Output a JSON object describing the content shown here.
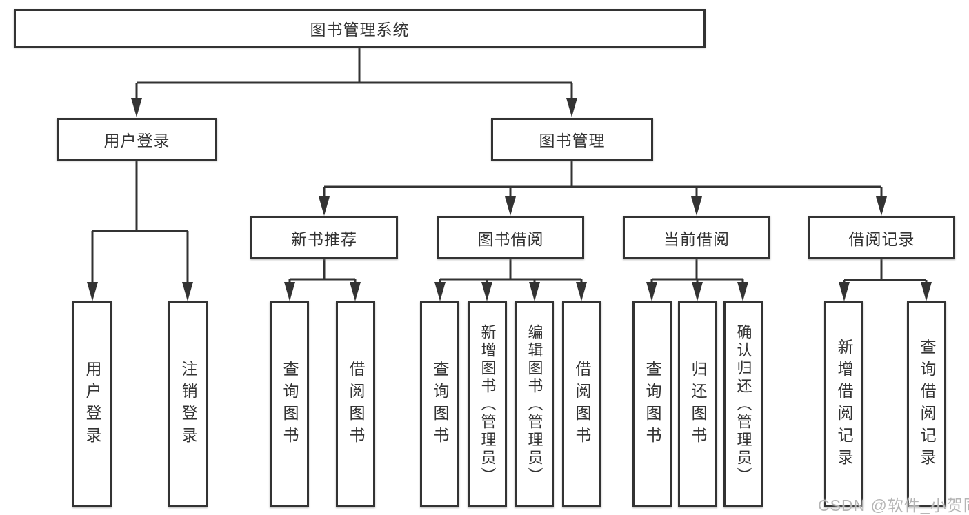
{
  "tree": {
    "root": {
      "label": "图书管理系统",
      "children": [
        {
          "label": "用户登录",
          "children": [
            {
              "label": "用户登录"
            },
            {
              "label": "注销登录"
            }
          ]
        },
        {
          "label": "图书管理",
          "children": [
            {
              "label": "新书推荐",
              "children": [
                {
                  "label": "查询图书"
                },
                {
                  "label": "借阅图书"
                }
              ]
            },
            {
              "label": "图书借阅",
              "children": [
                {
                  "label": "查询图书"
                },
                {
                  "label": "新增图书（管理员）"
                },
                {
                  "label": "编辑图书（管理员）"
                },
                {
                  "label": "借阅图书"
                }
              ]
            },
            {
              "label": "当前借阅",
              "children": [
                {
                  "label": "查询图书"
                },
                {
                  "label": "归还图书"
                },
                {
                  "label": "确认归还（管理员）"
                }
              ]
            },
            {
              "label": "借阅记录",
              "children": [
                {
                  "label": "新增借阅记录"
                },
                {
                  "label": "查询借阅记录"
                }
              ]
            }
          ]
        }
      ]
    }
  },
  "watermark": {
    "text": "CSDN @软件_小贺同学"
  },
  "colors": {
    "line": "#333333",
    "text": "#333333",
    "box_fill": "#ffffff",
    "background": "#ffffff",
    "watermark": "#b5b5b5"
  }
}
